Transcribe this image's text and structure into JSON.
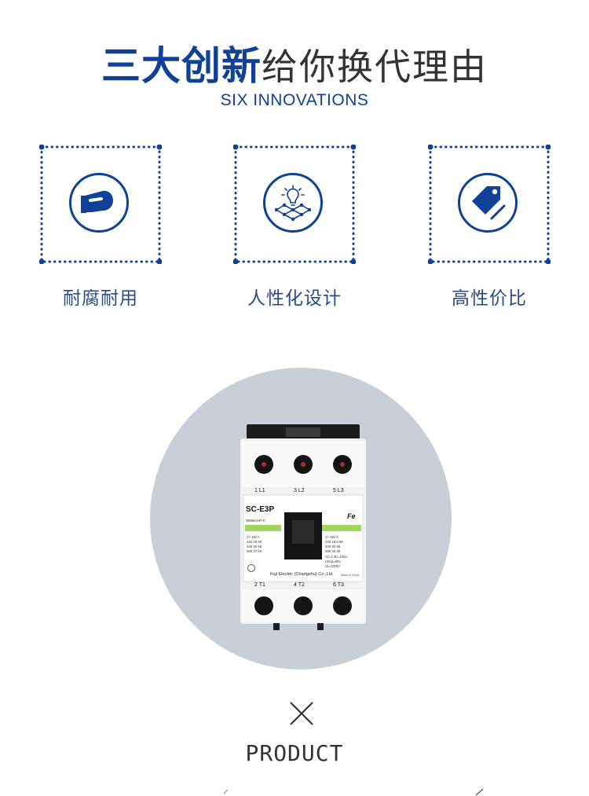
{
  "header": {
    "title_bold": "三大创新",
    "title_light": "给你换代理由",
    "subtitle": "SIX INNOVATIONS"
  },
  "features": [
    {
      "label": "耐腐耐用",
      "icon": "hand-grip-icon"
    },
    {
      "label": "人性化设计",
      "icon": "lightbulb-network-icon"
    },
    {
      "label": "高性价比",
      "icon": "price-tag-icon"
    }
  ],
  "product": {
    "model": "SC-E3P",
    "part": "SE65AAP-C",
    "terminals_top": [
      "1 L1",
      "3 L2",
      "5 L3"
    ],
    "terminals_bottom": [
      "2 T1",
      "4 T2",
      "6 T3"
    ],
    "maker": "Fuji Electric (Changshu) Co.,Ltd.",
    "made_in": "Made in China",
    "brand_mark": "Fe",
    "rating_left": [
      [
        "V~",
        "kW",
        "A"
      ],
      [
        "240",
        "15",
        "65"
      ],
      [
        "440",
        "30",
        "65"
      ],
      [
        "550",
        "37",
        "60"
      ]
    ],
    "rating_right": [
      [
        "V~",
        "kW",
        "A"
      ],
      [
        "220",
        "18.5",
        "68"
      ],
      [
        "400",
        "30",
        "65"
      ],
      [
        "690",
        "30",
        "36"
      ]
    ],
    "spec_right": [
      "AC-1 Ith=100A",
      "Uimp=8kV",
      "Ui=1000V"
    ]
  },
  "footer": {
    "times_symbol": "times-icon",
    "label": "PRODUCT"
  },
  "colors": {
    "accent": "#0f4196",
    "label": "#2c4a86",
    "circle_bg": "#c9ced7",
    "green_band": "#9fd85a"
  }
}
